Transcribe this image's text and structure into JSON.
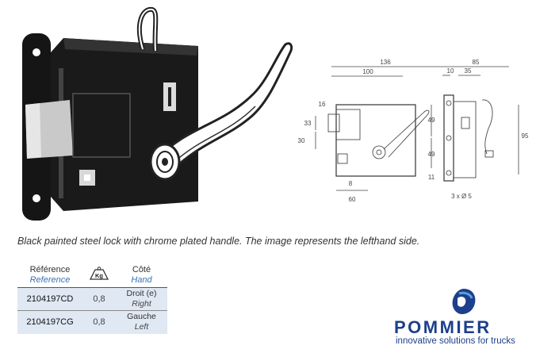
{
  "caption": "Black painted steel lock with chrome plated handle. The image represents the lefthand side.",
  "table": {
    "headers": [
      {
        "fr": "Référence",
        "en": "Reference"
      },
      {
        "icon": "kg-weight-icon"
      },
      {
        "fr": "Côté",
        "en": "Hand"
      }
    ],
    "weight_label": "Kg",
    "rows": [
      {
        "ref": "2104197CD",
        "weight": "0,8",
        "side_fr": "Droit (e)",
        "side_en": "Right"
      },
      {
        "ref": "2104197CG",
        "weight": "0,8",
        "side_fr": "Gauche",
        "side_en": "Left"
      }
    ]
  },
  "drawing": {
    "dims": {
      "d136": "136",
      "d100": "100",
      "d85": "85",
      "d10": "10",
      "d35": "35",
      "d16": "16",
      "d33": "33",
      "d30": "30",
      "d49a": "49",
      "d49b": "49",
      "d95": "95",
      "d11": "11",
      "d8": "8",
      "d60": "60",
      "holes": "3 x Ø 5"
    }
  },
  "brand": {
    "name": "POMMIER",
    "tagline": "innovative solutions for trucks",
    "colors": {
      "primary": "#1d3f8c",
      "accent": "#3b72b8"
    }
  }
}
